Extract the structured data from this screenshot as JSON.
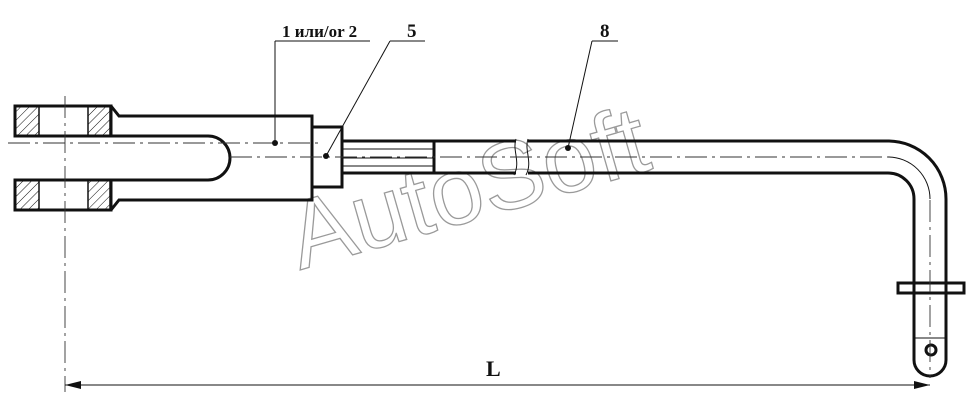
{
  "callouts": {
    "part_1_or_2": "1 или/or 2",
    "part_5": "5",
    "part_8": "8"
  },
  "dimension": {
    "length_label": "L"
  },
  "watermark": {
    "text": "AutoSoft"
  },
  "colors": {
    "line": "#111111",
    "watermark": "#9a9a9a",
    "background": "#ffffff"
  }
}
